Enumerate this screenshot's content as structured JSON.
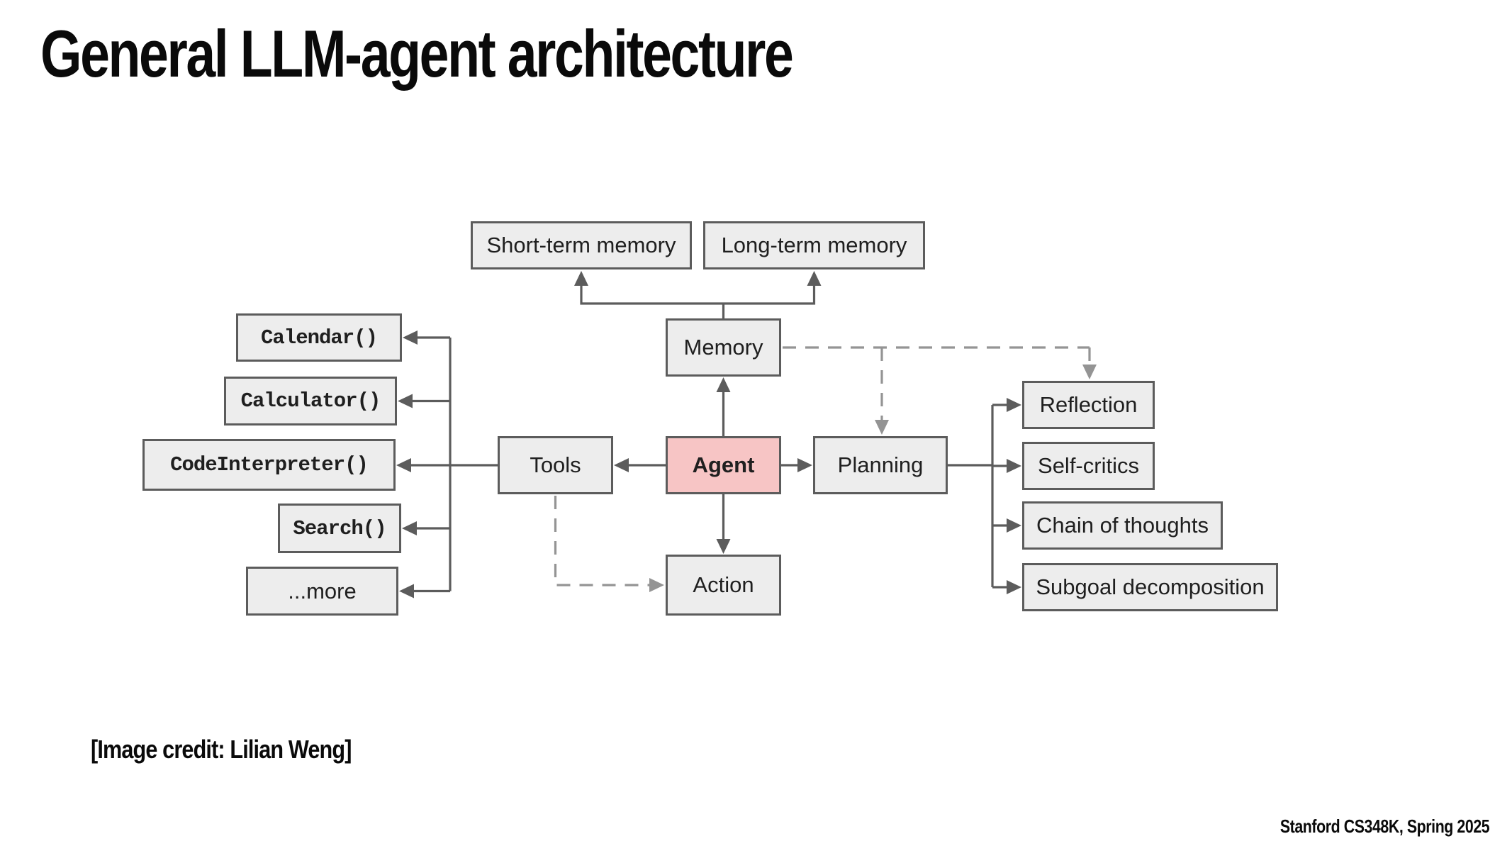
{
  "slide": {
    "title": "General LLM-agent architecture",
    "credit": "[Image credit: Lilian Weng]",
    "footer": "Stanford CS348K, Spring 2025"
  },
  "diagram": {
    "nodes": {
      "short_term_memory": {
        "label": "Short-term memory"
      },
      "long_term_memory": {
        "label": "Long-term memory"
      },
      "memory": {
        "label": "Memory"
      },
      "agent": {
        "label": "Agent"
      },
      "tools": {
        "label": "Tools"
      },
      "planning": {
        "label": "Planning"
      },
      "action": {
        "label": "Action"
      },
      "calendar": {
        "label": "Calendar()"
      },
      "calculator": {
        "label": "Calculator()"
      },
      "code_interpreter": {
        "label": "CodeInterpreter()"
      },
      "search": {
        "label": "Search()"
      },
      "more": {
        "label": "...more"
      },
      "reflection": {
        "label": "Reflection"
      },
      "self_critics": {
        "label": "Self-critics"
      },
      "chain_of_thoughts": {
        "label": "Chain of thoughts"
      },
      "subgoal_decomposition": {
        "label": "Subgoal decomposition"
      }
    },
    "edges": [
      {
        "from": "agent",
        "to": "memory",
        "style": "solid"
      },
      {
        "from": "memory",
        "to": "short_term_memory",
        "style": "solid"
      },
      {
        "from": "memory",
        "to": "long_term_memory",
        "style": "solid"
      },
      {
        "from": "agent",
        "to": "tools",
        "style": "solid"
      },
      {
        "from": "agent",
        "to": "planning",
        "style": "solid"
      },
      {
        "from": "agent",
        "to": "action",
        "style": "solid"
      },
      {
        "from": "tools",
        "to": "calendar",
        "style": "solid"
      },
      {
        "from": "tools",
        "to": "calculator",
        "style": "solid"
      },
      {
        "from": "tools",
        "to": "code_interpreter",
        "style": "solid"
      },
      {
        "from": "tools",
        "to": "search",
        "style": "solid"
      },
      {
        "from": "tools",
        "to": "more",
        "style": "solid"
      },
      {
        "from": "planning",
        "to": "reflection",
        "style": "solid"
      },
      {
        "from": "planning",
        "to": "self_critics",
        "style": "solid"
      },
      {
        "from": "planning",
        "to": "chain_of_thoughts",
        "style": "solid"
      },
      {
        "from": "planning",
        "to": "subgoal_decomposition",
        "style": "solid"
      },
      {
        "from": "memory",
        "to": "planning",
        "style": "dashed"
      },
      {
        "from": "memory",
        "to": "reflection",
        "style": "dashed"
      },
      {
        "from": "tools",
        "to": "action",
        "style": "dashed"
      }
    ],
    "colors": {
      "box_fill": "#ededed",
      "box_border": "#5c5c5c",
      "agent_fill": "#f7c5c5",
      "line_solid": "#5c5c5c",
      "line_dashed": "#949494",
      "text_color": "#1f1f1f"
    }
  }
}
